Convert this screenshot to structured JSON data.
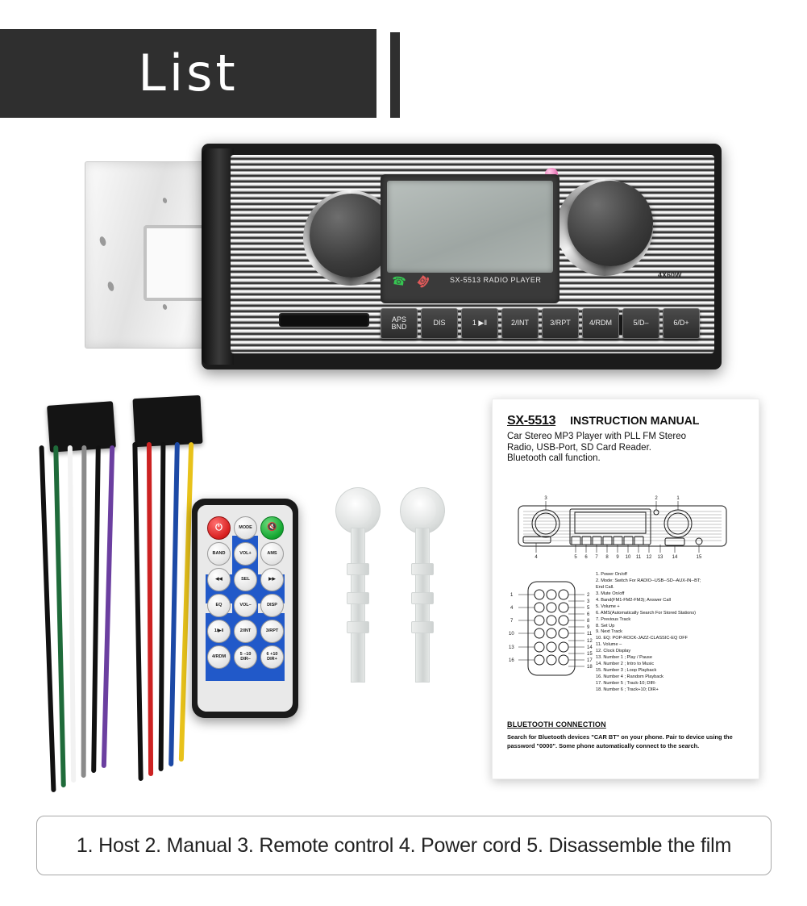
{
  "header": {
    "title": "List"
  },
  "product": {
    "display": {
      "model_line": "SX-5513  RADIO PLAYER",
      "power_rating": "4X60W",
      "answer_call_icon": "phone-answer-icon",
      "end_call_icon": "phone-end-icon"
    },
    "buttons": [
      {
        "label": "APS\nBND"
      },
      {
        "label": "DIS"
      },
      {
        "label": "1 ▶ǁ"
      },
      {
        "label": "2/INT"
      },
      {
        "label": "3/RPT"
      },
      {
        "label": "4/RDM"
      },
      {
        "label": "5/D–"
      },
      {
        "label": "6/D+"
      }
    ]
  },
  "remote": {
    "buttons": [
      {
        "label": "⏻",
        "type": "power"
      },
      {
        "label": "MODE",
        "type": "normal"
      },
      {
        "label": "🔇",
        "type": "mute"
      },
      {
        "label": "BAND",
        "type": "normal"
      },
      {
        "label": "VOL+",
        "type": "normal"
      },
      {
        "label": "AMS",
        "type": "normal"
      },
      {
        "label": "◀◀",
        "type": "normal"
      },
      {
        "label": "SEL",
        "type": "normal"
      },
      {
        "label": "▶▶",
        "type": "normal"
      },
      {
        "label": "EQ",
        "type": "normal"
      },
      {
        "label": "VOL–",
        "type": "normal"
      },
      {
        "label": "DISP",
        "type": "normal"
      },
      {
        "label": "1/▶ǁ",
        "type": "normal"
      },
      {
        "label": "2/INT",
        "type": "normal"
      },
      {
        "label": "3/RPT",
        "type": "normal"
      },
      {
        "label": "4/RDM",
        "type": "normal"
      },
      {
        "label": "5 –10 DIR–",
        "type": "normal"
      },
      {
        "label": "6 +10 DIR+",
        "type": "normal"
      }
    ]
  },
  "wires": {
    "left_connector_colors": [
      "#111111",
      "#1f6b3a",
      "#f2f2f2",
      "#8b8b8b",
      "#111111",
      "#6b3fa0"
    ],
    "right_connector_colors": [
      "#111111",
      "#cc2222",
      "#111111",
      "#1c49a6",
      "#e8c21a"
    ]
  },
  "manual": {
    "model": "SX-5513",
    "title": "INSTRUCTION MANUAL",
    "subtitle_lines": [
      "Car Stereo MP3 Player with PLL FM Stereo",
      "Radio, USB-Port, SD Card Reader.",
      "Bluetooth call function."
    ],
    "radio_diagram_callouts": [
      "1",
      "2",
      "3",
      "4",
      "5",
      "6",
      "7",
      "8",
      "9",
      "10",
      "11",
      "12",
      "13",
      "14",
      "15"
    ],
    "remote_diagram_callouts": [
      "1",
      "2",
      "3",
      "4",
      "5",
      "6",
      "7",
      "8",
      "9",
      "10",
      "11",
      "12",
      "13",
      "14",
      "15",
      "16",
      "17",
      "18"
    ],
    "functions": [
      "1. Power On/off",
      "2. Mode: Switch For RADIO--USB--SD--AUX-IN--BT;",
      "    End Call.",
      "3. Mute On/off",
      "4. Band(FM1-FM2-FM3); Answer Call",
      "5. Volume +",
      "6. AMS(Automatically Search For Stored Stations)",
      "7. Previous Track",
      "8. Set Up",
      "9. Next Track",
      "10. EQ: POP-ROCK-JAZZ-CLASSIC-EQ OFF",
      "11. Volume –",
      "12. Clock Display",
      "13. Number  1 ; Play / Pause",
      "14. Number  2 ; Intro to Music",
      "15. Number  3 ; Loop Playback",
      "16. Number  4 ; Random Playback",
      "17. Number  5 ; Track-10; DIR-",
      "18. Number  6 ; Track+10; DIR+"
    ],
    "bluetooth_heading": "BLUETOOTH CONNECTION",
    "bluetooth_text": "Search for Bluetooth devices \"CAR BT\" on your phone. Pair to device using the password \"0000\". Some phone automatically connect to the search."
  },
  "caption": {
    "text": "1. Host 2. Manual 3. Remote control 4. Power cord 5. Disassemble the film"
  },
  "colors": {
    "banner_bg": "#2f2f2f",
    "banner_text": "#ffffff",
    "page_bg": "#ffffff",
    "remote_keypad_blue": "#2159c9",
    "power_button_red": "#d81f1f",
    "mute_button_green": "#13a52f",
    "led_pink": "#e87ab8"
  }
}
